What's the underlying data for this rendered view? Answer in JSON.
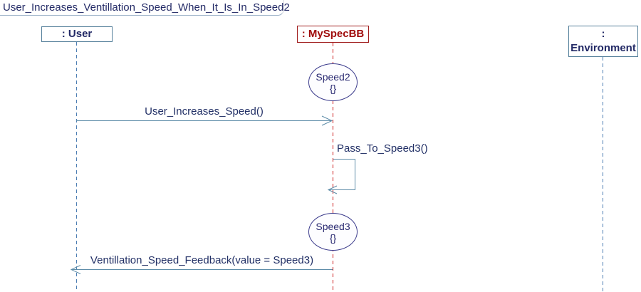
{
  "diagram": {
    "title": "User_Increases_Ventillation_Speed_When_It_Is_In_Speed2",
    "lifelines": [
      {
        "label": ": User"
      },
      {
        "label": ": MySpecBB"
      },
      {
        "label": ":\nEnvironment"
      }
    ],
    "states": [
      {
        "name": "Speed2",
        "detail": "{}"
      },
      {
        "name": "Speed3",
        "detail": "{}"
      }
    ],
    "messages": [
      {
        "label": "User_Increases_Speed()",
        "from": ": User",
        "to": ": MySpecBB"
      },
      {
        "label": "Pass_To_Speed3()",
        "from": ": MySpecBB",
        "to": ": MySpecBB"
      },
      {
        "label": "Ventillation_Speed_Feedback(value = Speed3)",
        "from": ": MySpecBB",
        "to": ": User"
      }
    ],
    "colors": {
      "navy_text": "#232a66",
      "red_text": "#a00c0c",
      "blue_box_border": "#55809b",
      "red_box_border": "#a01c1c",
      "blue_lifeline": "#4d7eb3",
      "red_lifeline": "#cc1a1a",
      "message_line": "#5d8ca8",
      "state_border": "#3c3c8c"
    }
  }
}
